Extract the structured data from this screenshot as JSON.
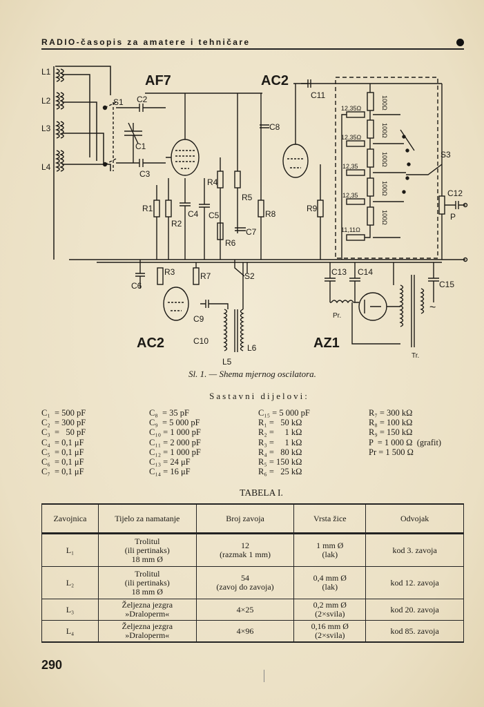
{
  "header": {
    "title": "RADIO-časopis za amatere i tehničare"
  },
  "figure": {
    "caption": "Sl. 1. — Shema mjernog oscilatora.",
    "tube_labels": [
      "AF7",
      "AC2",
      "AC2",
      "AZ1"
    ],
    "coil_labels": [
      "L1",
      "L2",
      "L3",
      "L4",
      "L5",
      "L6"
    ],
    "capacitor_labels": [
      "C1",
      "C2",
      "C3",
      "C4",
      "C5",
      "C6",
      "C7",
      "C8",
      "C9",
      "C10",
      "C11",
      "C12",
      "C13",
      "C14",
      "C15"
    ],
    "resistor_labels": [
      "R1",
      "R2",
      "R3",
      "R4",
      "R5",
      "R6",
      "R7",
      "R8",
      "R9"
    ],
    "switch_labels": [
      "S1",
      "S2",
      "S3"
    ],
    "other_labels": [
      "P",
      "Pr.",
      "Tr.",
      "~"
    ],
    "ladder_values": [
      "12,35Ω",
      "12,35Ω",
      "12,35",
      "12,35",
      "11,11Ω"
    ],
    "ladder_resistor_values": [
      "100Ω",
      "100Ω",
      "100Ω",
      "100Ω",
      "100Ω"
    ]
  },
  "parts": {
    "title": "Sastavni dijelovi:",
    "columns": [
      [
        "C₁  = 500 pF",
        "C₂  = 300 pF",
        "C₃  =   50 pF",
        "C₄  = 0,1 μF",
        "C₅  = 0,1 μF",
        "C₆  = 0,1 μF",
        "C₇  = 0,1 μF"
      ],
      [
        "C₈  = 35 pF",
        "C₉  = 5 000 pF",
        "C₁₀ = 1 000 pF",
        "C₁₁ = 2 000 pF",
        "C₁₂ = 1 000 pF",
        "C₁₃ = 24 μF",
        "C₁₄ = 16 μF"
      ],
      [
        "C₁₅ = 5 000 pF",
        "R₁ =   50 kΩ",
        "R₂ =     1 kΩ",
        "R₃ =     1 kΩ",
        "R₄ =   80 kΩ",
        "R₅ = 150 kΩ",
        "R₆ =   25 kΩ"
      ],
      [
        "R₇ = 300 kΩ",
        "R₈ = 100 kΩ",
        "R₉ = 150 kΩ",
        "P  = 1 000 Ω  (grafit)",
        "Pr = 1 500 Ω"
      ]
    ]
  },
  "table": {
    "title": "TABELA I.",
    "headers": [
      "Zavojnica",
      "Tijelo za namatanje",
      "Broj zavoja",
      "Vrsta žice",
      "Odvojak"
    ],
    "rows": [
      {
        "coil": "L₁",
        "body": [
          "Trolitul",
          "(ili pertinaks)",
          "18 mm Ø"
        ],
        "turns": [
          "12",
          "(razmak 1 mm)"
        ],
        "wire": [
          "1 mm Ø",
          "(lak)"
        ],
        "tap": "kod 3. zavoja"
      },
      {
        "coil": "L₂",
        "body": [
          "Trolitul",
          "(ili pertinaks)",
          "18 mm Ø"
        ],
        "turns": [
          "54",
          "(zavoj do zavoja)"
        ],
        "wire": [
          "0,4 mm Ø",
          "(lak)"
        ],
        "tap": "kod 12. zavoja"
      },
      {
        "coil": "L₃",
        "body": [
          "Željezna jezgra",
          "»Draloperm«"
        ],
        "turns": [
          "4×25"
        ],
        "wire": [
          "0,2 mm Ø",
          "(2×svila)"
        ],
        "tap": "kod 20. zavoja"
      },
      {
        "coil": "L₄",
        "body": [
          "Željezna jezgra",
          "»Draloperm«"
        ],
        "turns": [
          "4×96"
        ],
        "wire": [
          "0,16 mm Ø",
          "(2×svila)"
        ],
        "tap": "kod 85. zavoja"
      }
    ]
  },
  "footer": {
    "page_number": "290"
  }
}
